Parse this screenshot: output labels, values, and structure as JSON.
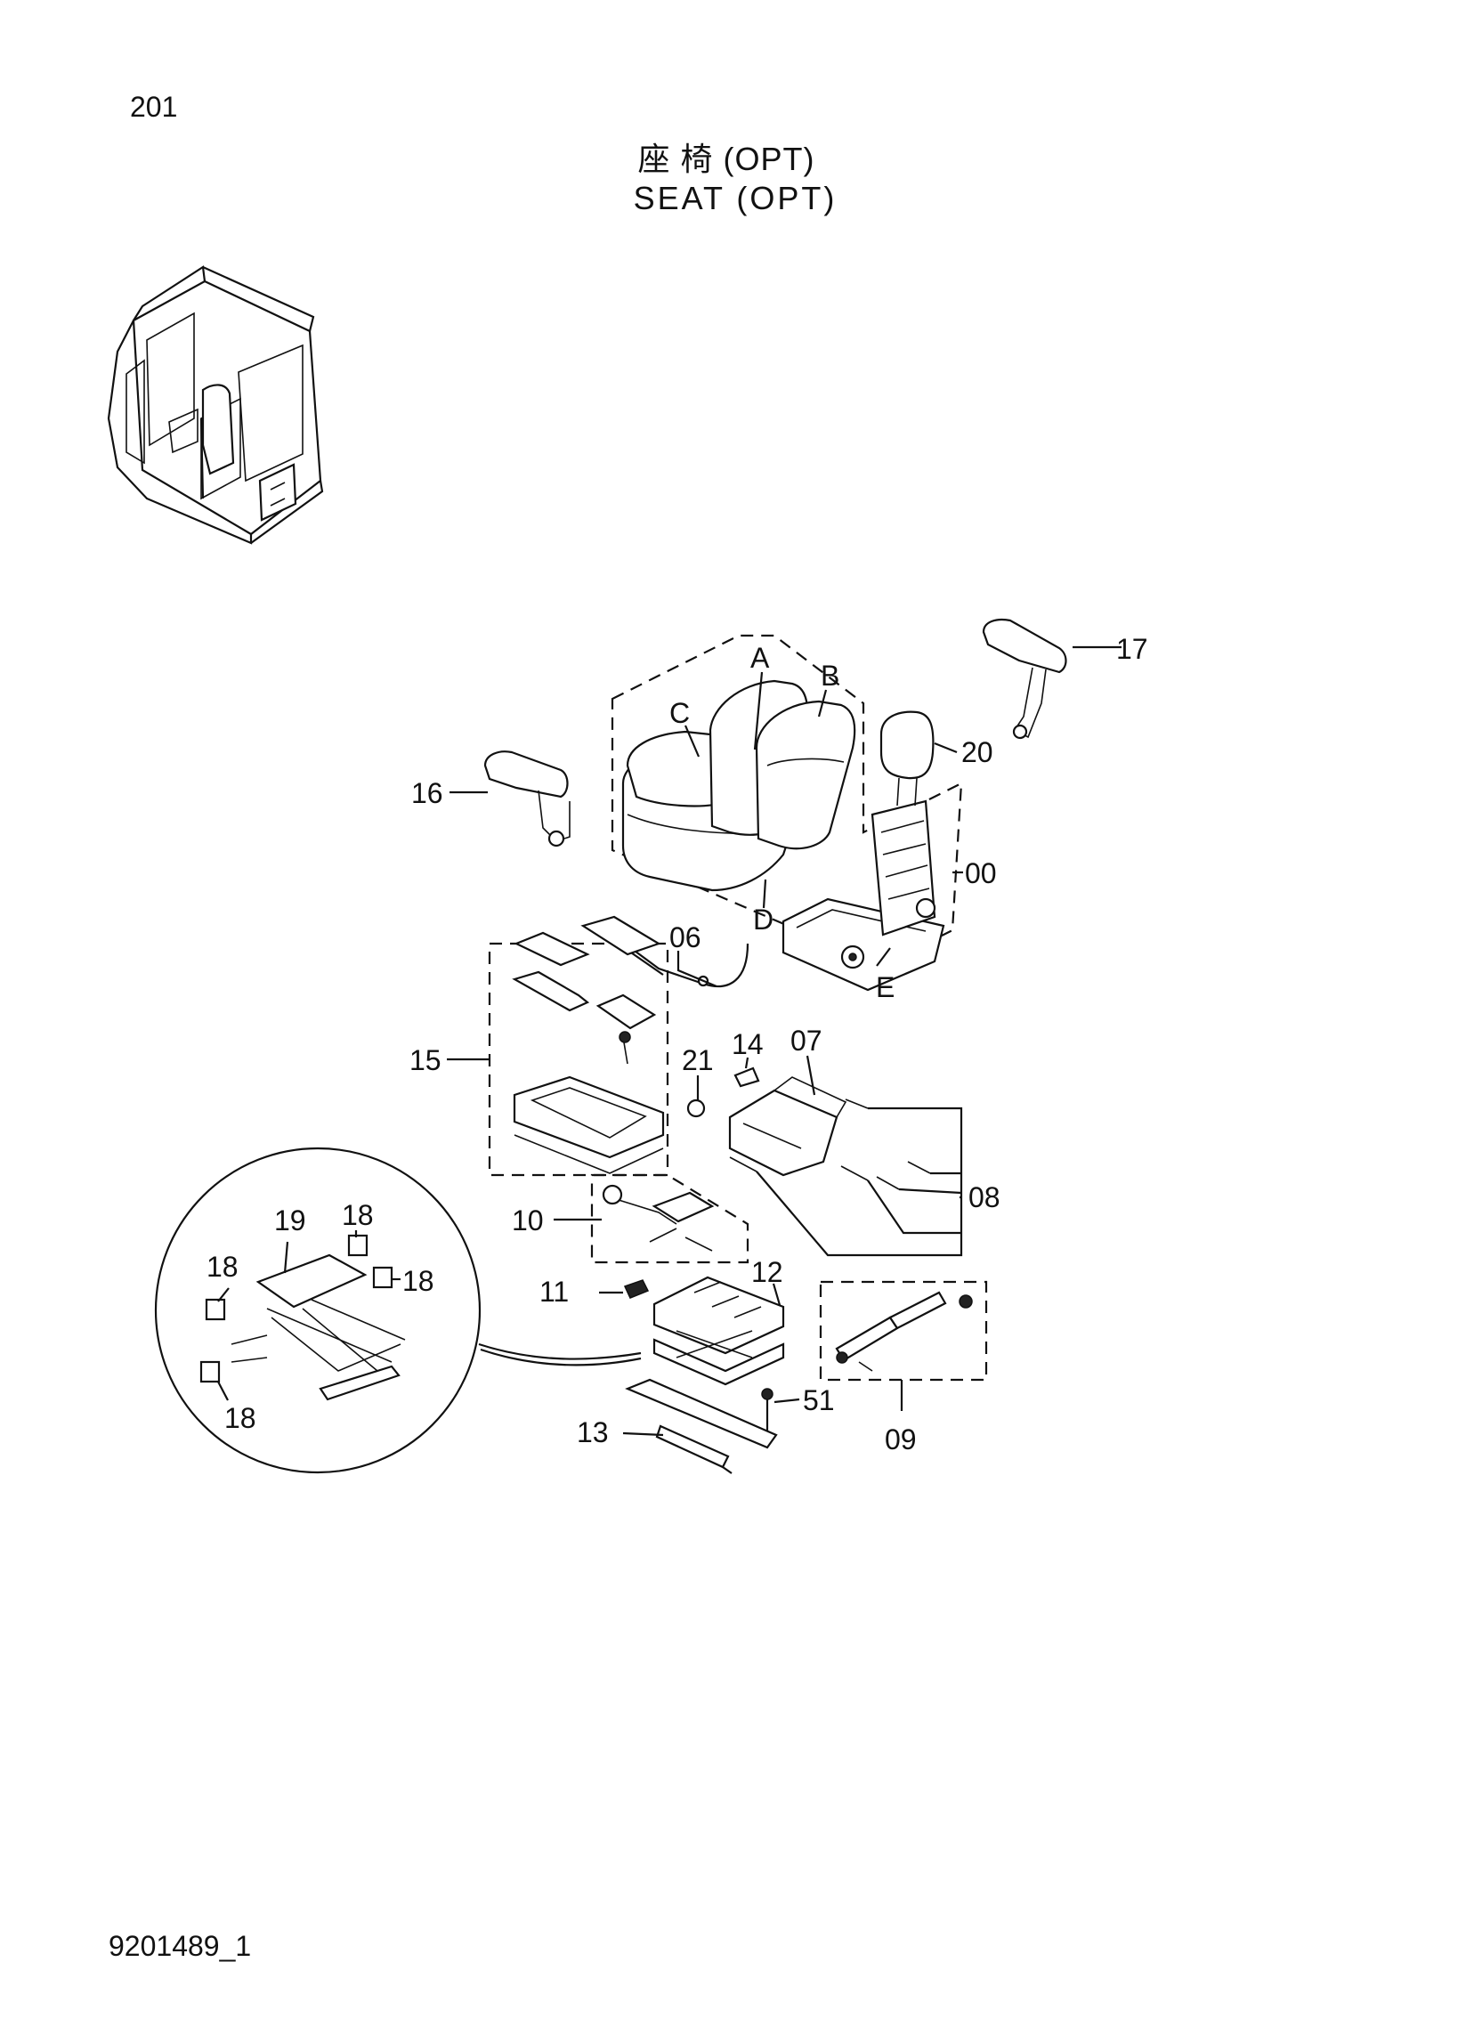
{
  "header": {
    "page_number": "201",
    "title_jp": "座 椅 (OPT)",
    "title_en": "SEAT  (OPT)"
  },
  "footer": {
    "doc_code": "9201489_1"
  },
  "diagram": {
    "part_labels": [
      "A",
      "B",
      "C",
      "D",
      "E",
      "00",
      "06",
      "07",
      "08",
      "09",
      "10",
      "11",
      "12",
      "13",
      "14",
      "15",
      "16",
      "17",
      "18",
      "18",
      "18",
      "18",
      "19",
      "20",
      "21",
      "51"
    ]
  }
}
